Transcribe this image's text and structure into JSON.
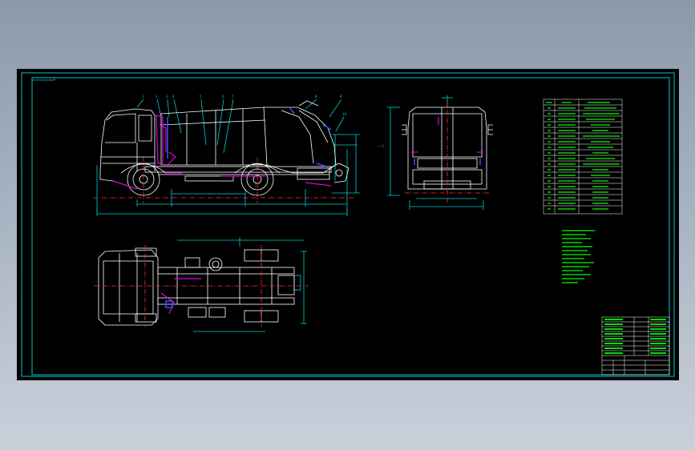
{
  "drawing": {
    "background": "#000000",
    "page_background": "#9aa6b6",
    "colors": {
      "frame": "#00c8c8",
      "outline": "#ffffff",
      "dimension": "#00d0d0",
      "centerline": "#ff3030",
      "hydraulic": "#e000e0",
      "detail": "#3c50ff",
      "notes": "#00ff00",
      "table_text": "#00ff00",
      "table_lines": "#ffffff"
    },
    "views": [
      "side-view",
      "rear-view",
      "top-view"
    ],
    "balloons_side": [
      "1",
      "2",
      "3",
      "4",
      "5",
      "6",
      "7",
      "8",
      "9",
      "10"
    ],
    "parts_table": {
      "headers": [
        "序号",
        "名称",
        "备注"
      ],
      "row_count": 19
    },
    "tech_notes_count": 14,
    "title_block_rows": 9
  }
}
